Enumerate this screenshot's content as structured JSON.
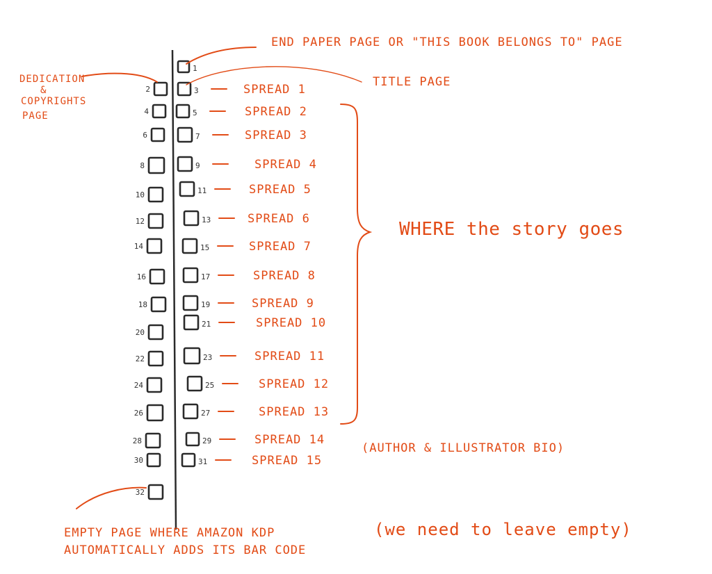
{
  "pages": {
    "left": [
      "2",
      "4",
      "6",
      "8",
      "10",
      "12",
      "14",
      "16",
      "18",
      "20",
      "22",
      "24",
      "26",
      "28",
      "30",
      "32"
    ],
    "right": [
      "1",
      "3",
      "5",
      "7",
      "9",
      "11",
      "13",
      "15",
      "17",
      "19",
      "21",
      "23",
      "25",
      "27",
      "29",
      "31"
    ]
  },
  "spreads": [
    "SPREAD 1",
    "SPREAD 2",
    "SPREAD 3",
    "SPREAD 4",
    "SPREAD 5",
    "SPREAD 6",
    "SPREAD 7",
    "SPREAD 8",
    "SPREAD 9",
    "SPREAD 10",
    "SPREAD 11",
    "SPREAD 12",
    "SPREAD 13",
    "SPREAD 14",
    "SPREAD 15"
  ],
  "annotations": {
    "end_paper": "END PAPER PAGE OR \"THIS BOOK BELONGS TO\" PAGE",
    "title_page": "TITLE PAGE",
    "dedication_line1": "DEDICATION",
    "dedication_line2": "&",
    "dedication_line3": "COPYRIGHTS",
    "dedication_line4": "PAGE",
    "story": "WHERE the story goes",
    "bio": "(AUTHOR & ILLUSTRATOR BIO)",
    "empty_line1": "EMPTY PAGE WHERE AMAZON KDP",
    "empty_line2": "AUTOMATICALLY ADDS ITS BAR CODE",
    "leave_empty": "(we need to leave empty)"
  },
  "colors": {
    "ink": "#2a2a2a",
    "accent": "#e24b16"
  }
}
